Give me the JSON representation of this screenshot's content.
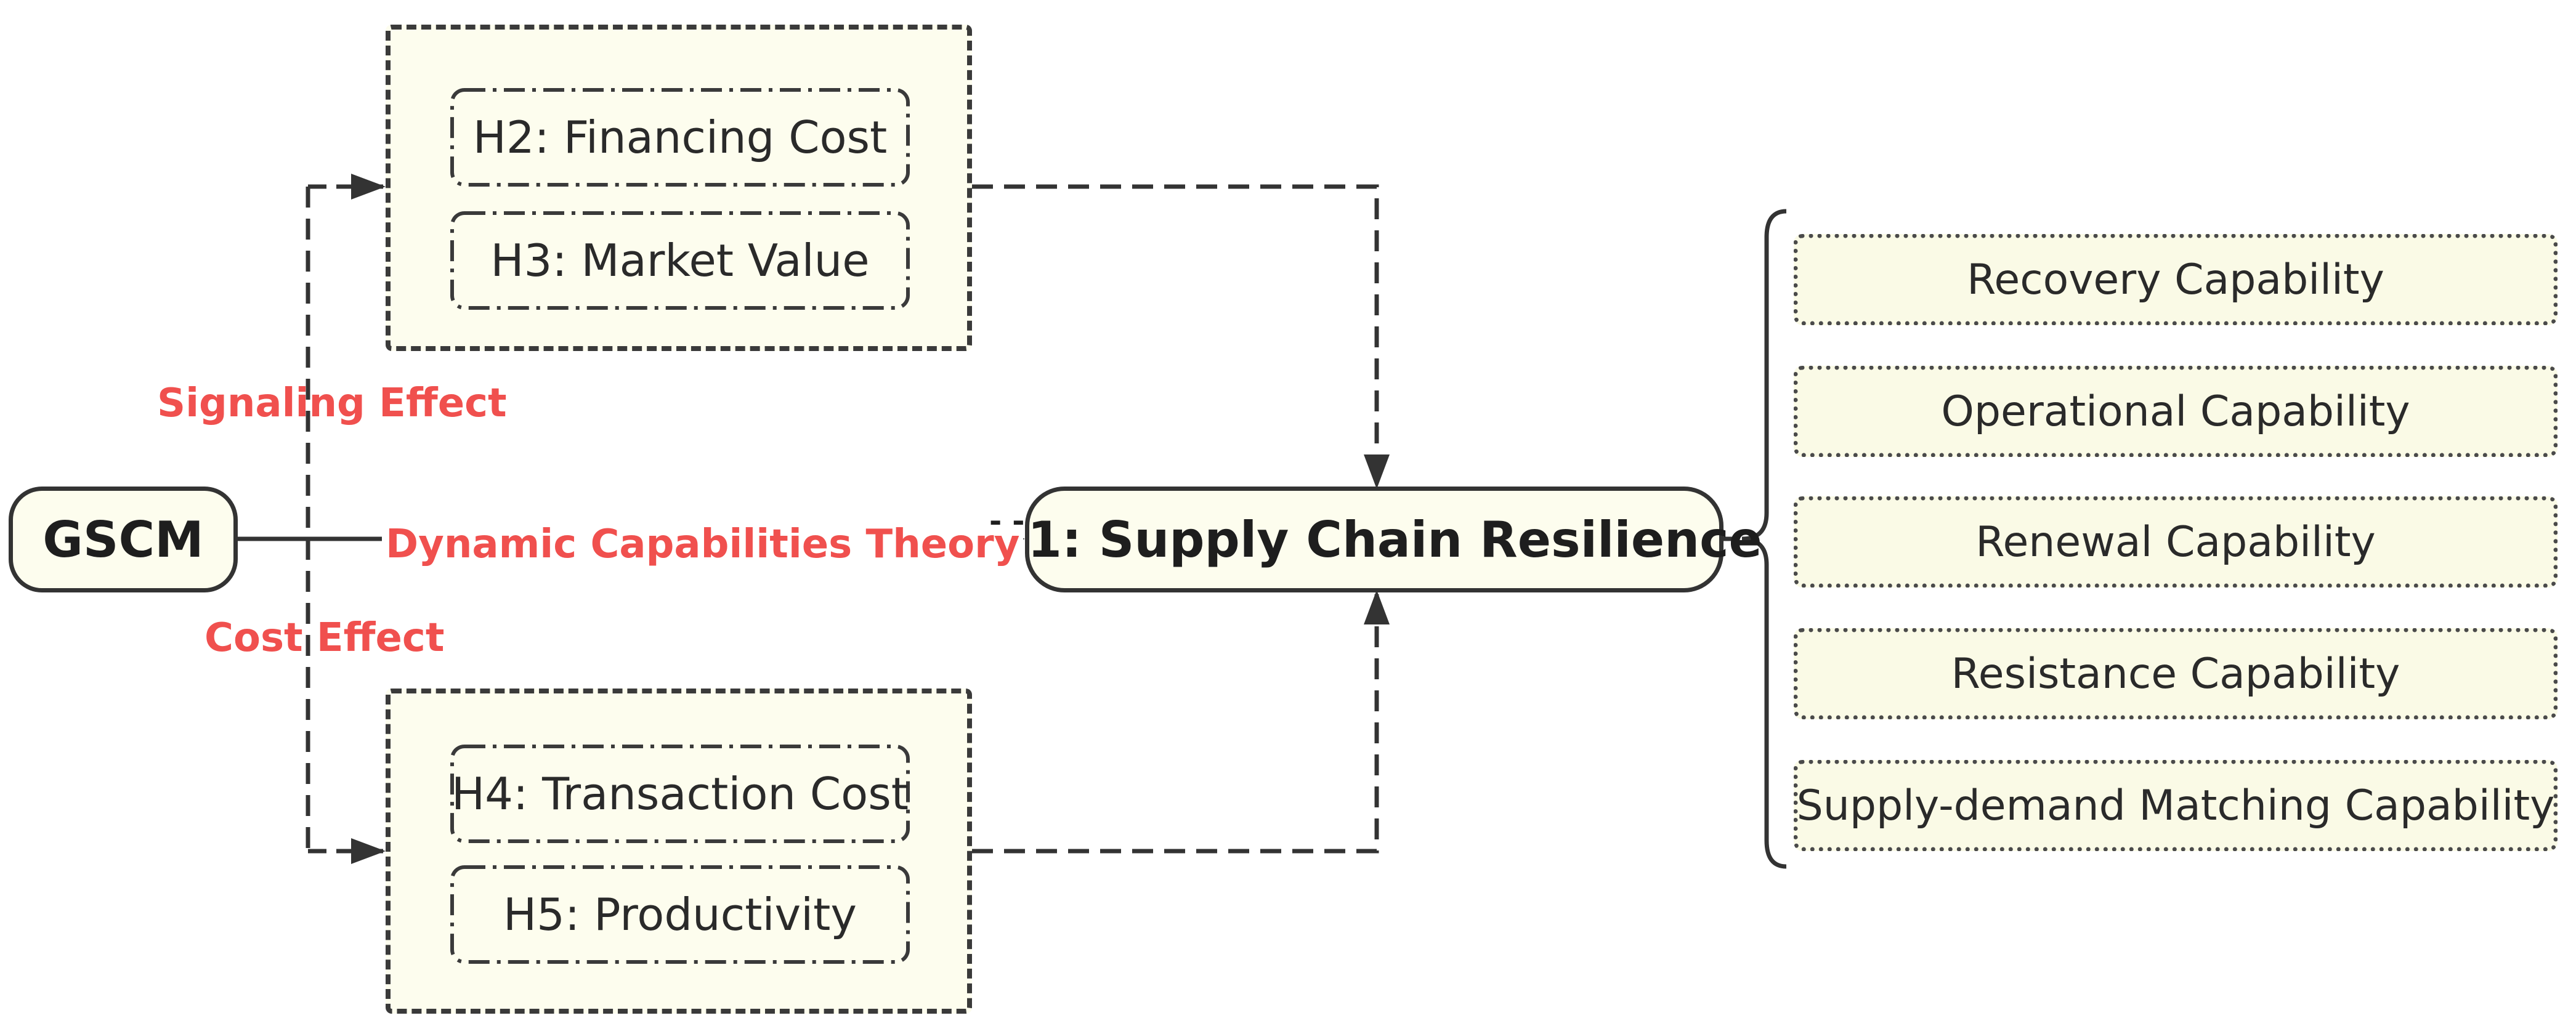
{
  "source": {
    "label": "GSCM"
  },
  "target": {
    "label": "H1: Supply Chain Resilience"
  },
  "theory_label": "Dynamic Capabilities Theory",
  "paths": {
    "signaling_label": "Signaling Effect",
    "cost_label": "Cost Effect"
  },
  "mediators": {
    "signaling": [
      "H2: Financing Cost",
      "H3: Market Value"
    ],
    "cost": [
      "H4: Transaction Cost",
      "H5: Productivity"
    ]
  },
  "capabilities": [
    "Recovery Capability",
    "Operational Capability",
    "Renewal Capability",
    "Resistance Capability",
    "Supply-demand Matching Capability"
  ],
  "colors": {
    "accent_red": "#f0504e",
    "box_fill": "#fdfdee",
    "line": "#333333"
  }
}
